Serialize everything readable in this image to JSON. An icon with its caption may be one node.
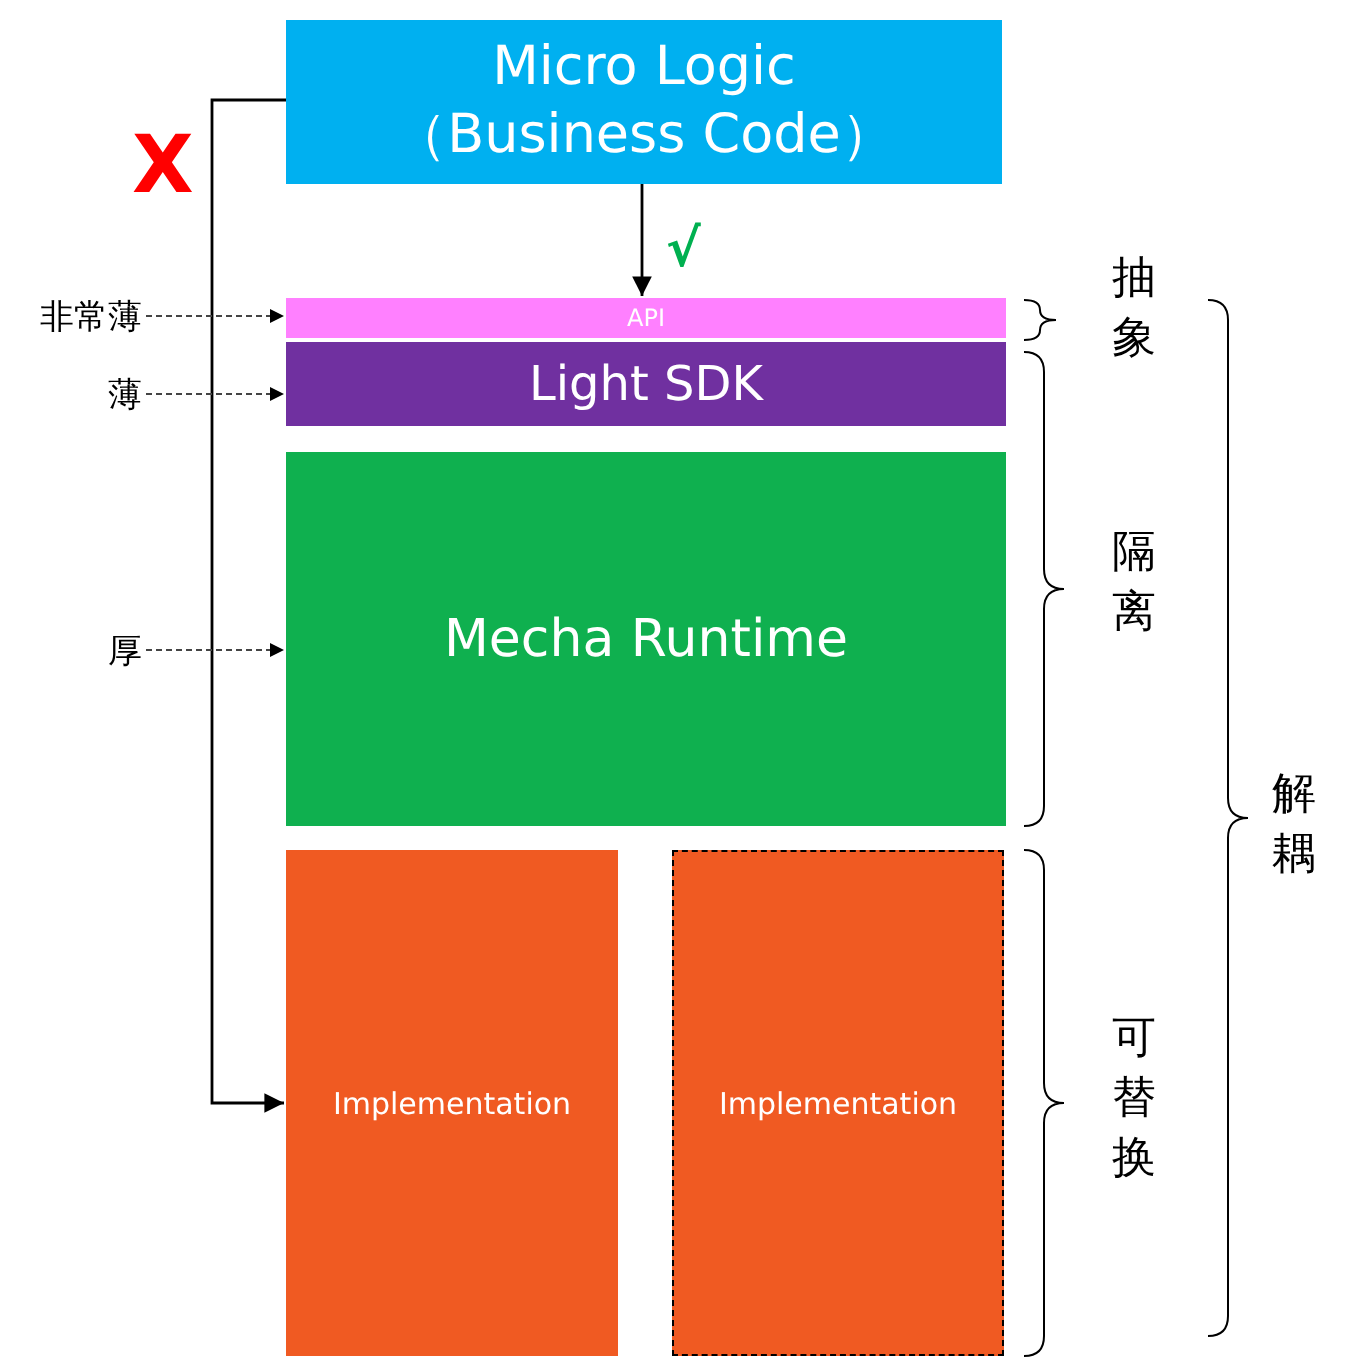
{
  "diagram": {
    "nodes": [
      {
        "text": [
          "Micro Logic （Business Code）"
        ]
      },
      {
        "text": [
          "API"
        ]
      },
      {
        "text": [
          "Light SDK"
        ]
      },
      {
        "text": [
          "Mecha Runtime"
        ]
      },
      {
        "text": [
          "Implementation"
        ]
      },
      {
        "text": [
          "Implementation"
        ]
      },
      {
        "text": [
          "非常薄"
        ]
      },
      {
        "text": [
          "薄"
        ]
      },
      {
        "text": [
          "厚"
        ]
      }
    ],
    "edges": [
      {
        "from": 0,
        "to": 1,
        "arrow": "to",
        "label": "√"
      },
      {
        "from": 0,
        "to": 4,
        "arrow": "to",
        "label": "X"
      },
      {
        "from": 6,
        "to": 1,
        "arrow": "to",
        "style": "dashed"
      },
      {
        "from": 7,
        "to": 2,
        "arrow": "to",
        "style": "dashed"
      },
      {
        "from": 8,
        "to": 3,
        "arrow": "to",
        "style": "dashed"
      }
    ],
    "labels": [
      "抽象",
      "隔离",
      "可替换",
      "解耦"
    ]
  }
}
